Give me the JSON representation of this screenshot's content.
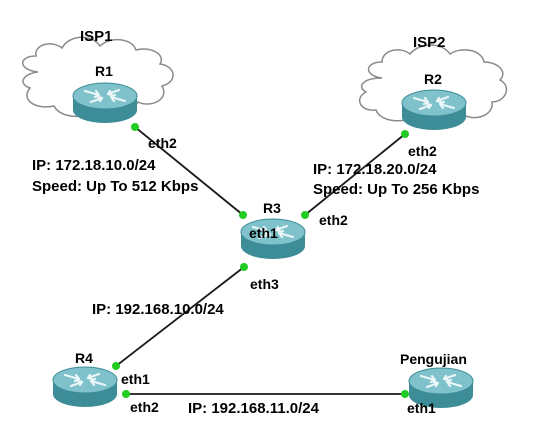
{
  "colors": {
    "link": "#1a1a1a",
    "port": "#22cc22",
    "router_body": "#3c8d97",
    "router_top": "#7fc2cb",
    "router_symbol": "#eaf6f8",
    "cloud_stroke": "#8a8a8a",
    "cloud_fill": "#ffffff"
  },
  "clouds": {
    "isp1": {
      "label": "ISP1"
    },
    "isp2": {
      "label": "ISP2"
    }
  },
  "routers": {
    "r1": {
      "name": "R1",
      "icon": "router-icon"
    },
    "r2": {
      "name": "R2",
      "icon": "router-icon"
    },
    "r3": {
      "name": "R3",
      "icon": "router-icon"
    },
    "r4": {
      "name": "R4",
      "icon": "router-icon"
    },
    "pengujian": {
      "name": "Pengujian",
      "icon": "router-icon"
    }
  },
  "interfaces": {
    "r1_eth2": "eth2",
    "r2_eth2": "eth2",
    "r3_eth1_to_r1": "eth1",
    "r3_eth2": "eth2",
    "r3_eth3": "eth3",
    "r4_eth1": "eth1",
    "r4_eth2": "eth2",
    "pengujian_eth1": "eth1"
  },
  "links": {
    "r1_r3": {
      "ip": "IP: 172.18.10.0/24",
      "speed": "Speed: Up To 512 Kbps"
    },
    "r2_r3": {
      "ip": "IP: 172.18.20.0/24",
      "speed": "Speed: Up To 256 Kbps"
    },
    "r3_r4": {
      "ip": "IP: 192.168.10.0/24"
    },
    "r4_pengujian": {
      "ip": "IP: 192.168.11.0/24"
    }
  }
}
